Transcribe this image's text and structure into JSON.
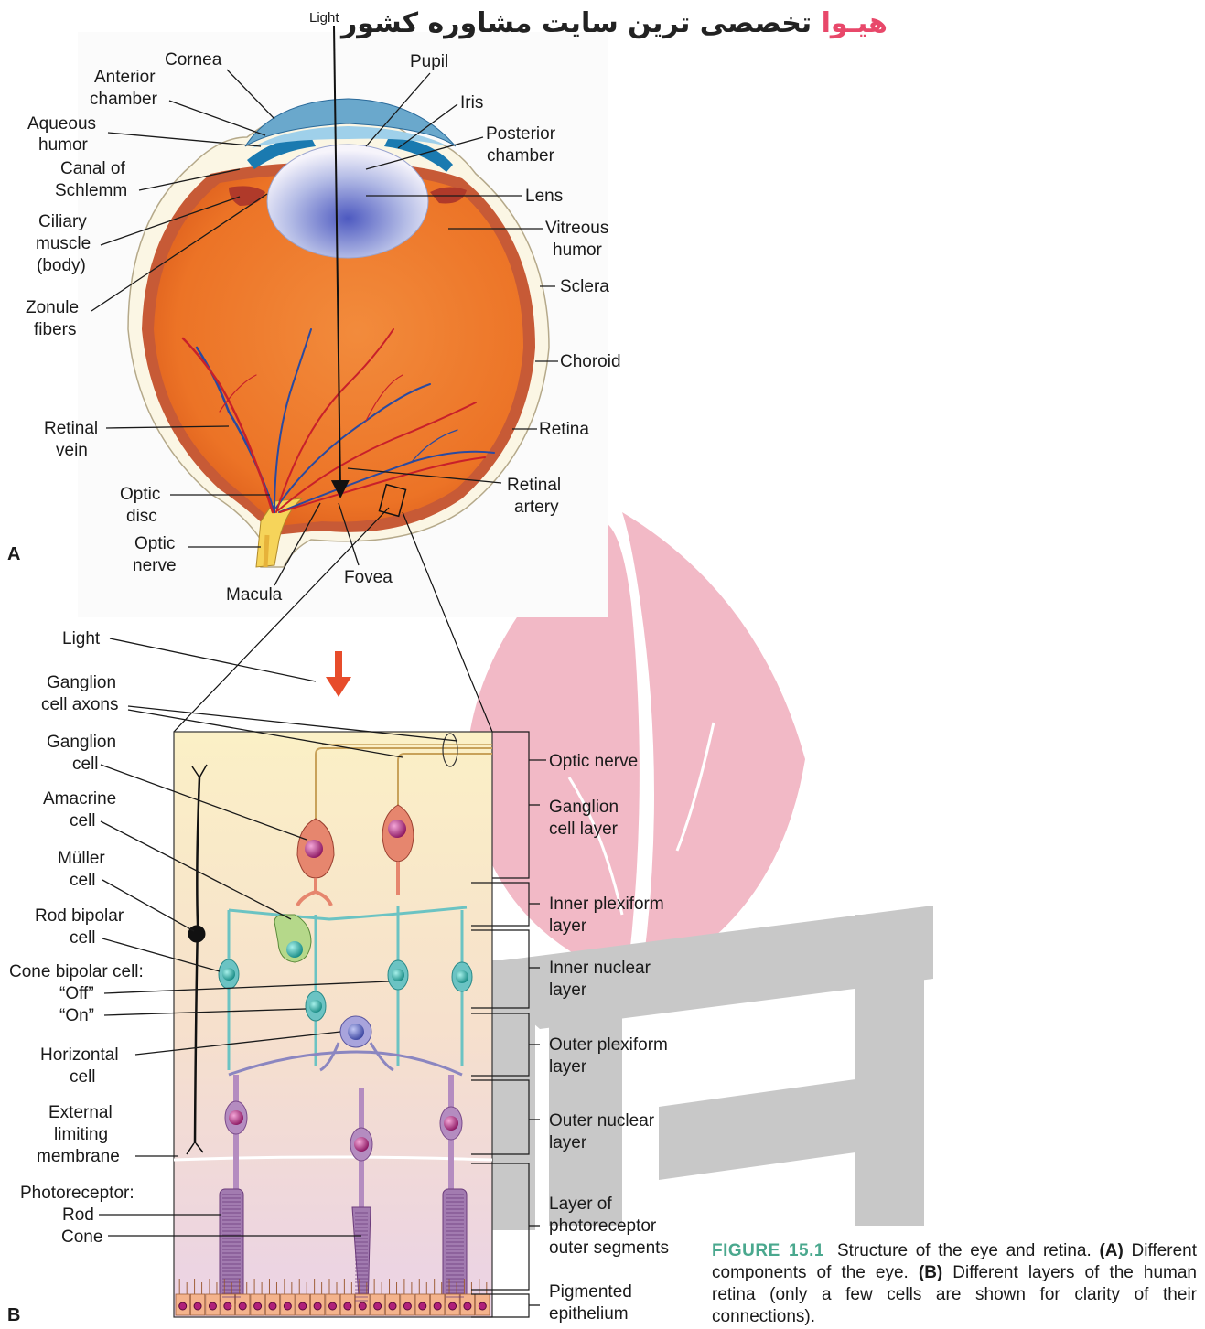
{
  "banner": {
    "brand": "هیـوا",
    "text": " تخصصی ترین سایت مشاوره کشور"
  },
  "panel_letters": {
    "a": "A",
    "b": "B"
  },
  "part_a": {
    "light": "Light",
    "cornea": "Cornea",
    "anterior_chamber": [
      "Anterior",
      "chamber"
    ],
    "aqueous_humor": [
      "Aqueous",
      "humor"
    ],
    "canal_of_schlemm": [
      "Canal of",
      "Schlemm"
    ],
    "ciliary_muscle": [
      "Ciliary",
      "muscle",
      "(body)"
    ],
    "zonule_fibers": [
      "Zonule",
      "fibers"
    ],
    "retinal_vein": [
      "Retinal",
      "vein"
    ],
    "optic_disc": [
      "Optic",
      "disc"
    ],
    "optic_nerve": [
      "Optic",
      "nerve"
    ],
    "macula": "Macula",
    "fovea": "Fovea",
    "pupil": "Pupil",
    "iris": "Iris",
    "posterior_chamber": [
      "Posterior",
      "chamber"
    ],
    "lens": "Lens",
    "vitreous_humor": [
      "Vitreous",
      "humor"
    ],
    "sclera": "Sclera",
    "choroid": "Choroid",
    "retina": "Retina",
    "retinal_artery": [
      "Retinal",
      "artery"
    ]
  },
  "part_b": {
    "left_labels": {
      "light": "Light",
      "ganglion_cell_axons": [
        "Ganglion",
        "cell axons"
      ],
      "ganglion_cell": [
        "Ganglion",
        "cell"
      ],
      "amacrine_cell": [
        "Amacrine",
        "cell"
      ],
      "muller_cell": [
        "Müller",
        "cell"
      ],
      "rod_bipolar_cell": [
        "Rod bipolar",
        "cell"
      ],
      "cone_bipolar_cell": "Cone bipolar cell:",
      "off": "“Off”",
      "on": "“On”",
      "horizontal_cell": [
        "Horizontal",
        "cell"
      ],
      "external_limiting_membrane": [
        "External",
        "limiting",
        "membrane"
      ],
      "photoreceptor": "Photoreceptor:",
      "rod": "Rod",
      "cone": "Cone"
    },
    "layers": [
      [
        "Optic nerve"
      ],
      [
        "Ganglion",
        "cell layer"
      ],
      [
        "Inner plexiform",
        "layer"
      ],
      [
        "Inner nuclear",
        "layer"
      ],
      [
        "Outer plexiform",
        "layer"
      ],
      [
        "Outer nuclear",
        "layer"
      ],
      [
        "Layer of",
        "photoreceptor",
        "outer segments"
      ],
      [
        "Pigmented",
        "epithelium"
      ]
    ]
  },
  "caption": {
    "figure": "FIGURE 15.1",
    "text1": "Structure of the eye and retina. ",
    "a_mark": "(A)",
    "text2": " Different components of the eye. ",
    "b_mark": "(B)",
    "text3": " Different layers of the human retina (only a few cells are shown for clarity of their connections)."
  },
  "colors": {
    "eyeball": "#ef7a2c",
    "sclera": "#fbf6e4",
    "cornea": "#5a9cc0",
    "retina_bg_top": "#fbefc4",
    "retina_bg_bottom": "#ead4e4",
    "watermark_pink": "#f2b9c6",
    "watermark_grey": "#c8c8c8",
    "arrow_red": "#e74c2b",
    "ganglion": "#e6866e",
    "bipolar": "#6bc3c3",
    "photoreceptor": "#b48cc0",
    "nucleus": "#b0207a"
  }
}
